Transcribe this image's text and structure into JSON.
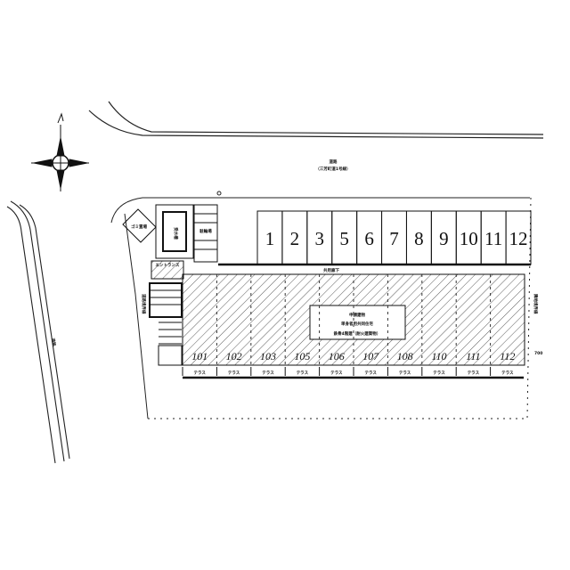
{
  "road_top": {
    "name": "道路",
    "sub": "（三芳町道1号線）"
  },
  "road_left": {
    "name": "道路"
  },
  "parking": [
    "1",
    "2",
    "3",
    "5",
    "6",
    "7",
    "8",
    "9",
    "10",
    "11",
    "12"
  ],
  "facilities": {
    "trash": "ゴミ置場",
    "water_tank": "受水槽",
    "bicycle": "駐輪場",
    "entrance": "エントランス",
    "corridor": "共用廊下",
    "boundary_right": "隣地境界線",
    "boundary_left": "道路境界線",
    "dim": "700"
  },
  "building": {
    "line1": "申請建物",
    "line2": "単身者用共同住宅",
    "line3": "鉄骨4階建（耐火建築物）"
  },
  "rooms": [
    "101",
    "102",
    "103",
    "105",
    "106",
    "107",
    "108",
    "110",
    "111",
    "112"
  ],
  "terrace_label": "テラス"
}
